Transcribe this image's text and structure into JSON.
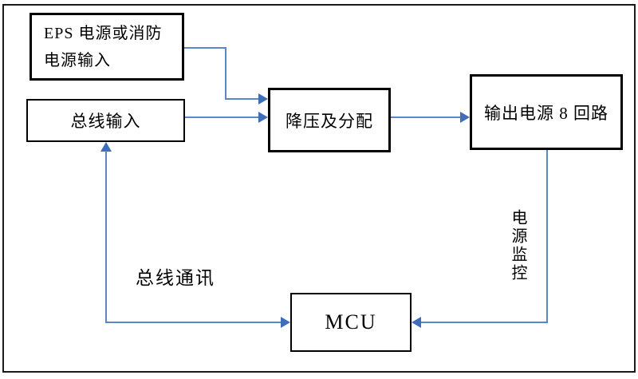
{
  "diagram": {
    "title": "power-distribution-block-diagram",
    "colors": {
      "background": "#ffffff",
      "frame_border": "#1a1a1a",
      "node_border": "#000000",
      "edge_line": "#5b87c6",
      "arrowhead": "#3f6db8",
      "text": "#000000"
    },
    "nodes": {
      "eps": {
        "label_lines": [
          "EPS 电源或消防",
          "电源输入"
        ]
      },
      "bus_input": {
        "label": "总线输入"
      },
      "stepdown": {
        "label": "降压及分配"
      },
      "output": {
        "label": "输出电源 8 回路"
      },
      "mcu": {
        "label": "MCU"
      }
    },
    "edge_labels": {
      "bus_comm": "总线通讯",
      "power_monitor": "电源监控"
    },
    "edges": [
      {
        "from": "eps",
        "to": "stepdown",
        "style": "elbow",
        "arrow": "into-stepdown"
      },
      {
        "from": "bus_input",
        "to": "stepdown",
        "style": "straight",
        "arrow": "into-stepdown"
      },
      {
        "from": "stepdown",
        "to": "output",
        "style": "straight",
        "arrow": "into-output"
      },
      {
        "from": "output",
        "to": "mcu",
        "style": "elbow",
        "arrow": "into-mcu",
        "label": "电源监控"
      },
      {
        "from": "mcu",
        "to": "bus_input",
        "style": "elbow",
        "arrow": "both-ends",
        "label": "总线通讯"
      }
    ]
  }
}
